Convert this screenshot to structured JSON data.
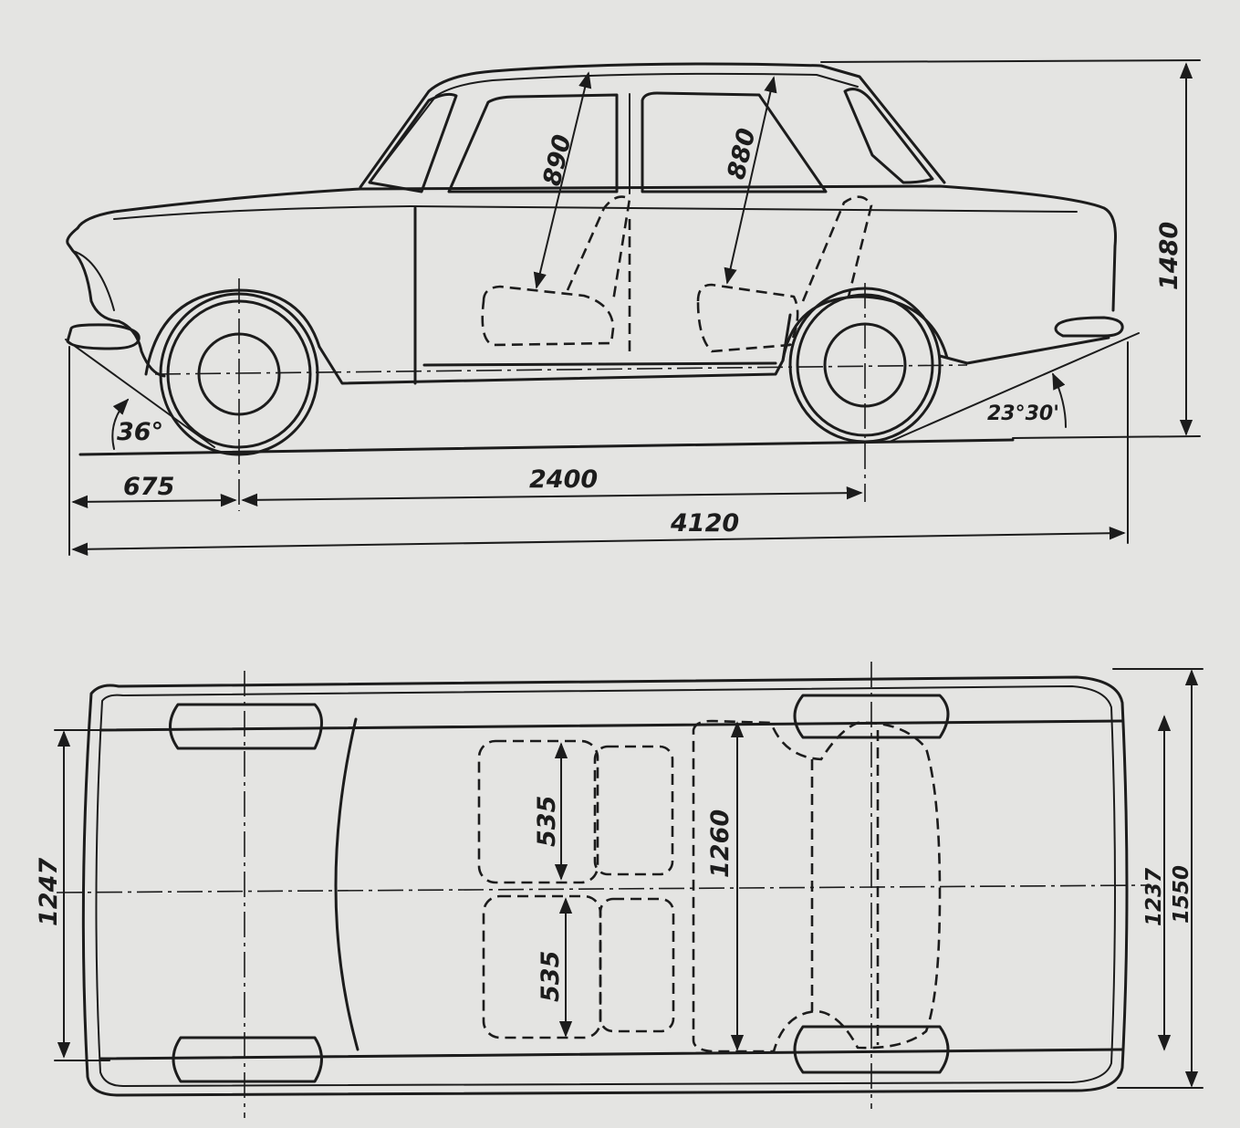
{
  "side_view": {
    "overall_length": "4120",
    "wheelbase": "2400",
    "front_overhang": "675",
    "height": "1480",
    "headroom_front": "890",
    "headroom_rear": "880",
    "approach_angle": "36°",
    "departure_angle": "23°30'"
  },
  "top_view": {
    "front_track": "1247",
    "rear_track": "1237",
    "overall_width": "1550",
    "seat_width_left": "535",
    "seat_width_right": "535",
    "rear_seat_width": "1260"
  },
  "colors": {
    "paper": "#e4e4e2",
    "ink": "#1c1c1c"
  }
}
